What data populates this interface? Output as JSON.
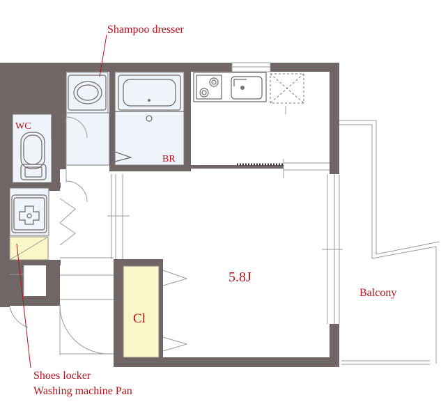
{
  "labels": {
    "shampoo_dresser": "Shampoo dresser",
    "wc": "WC",
    "br": "BR",
    "room": "5.8J",
    "balcony": "Balcony",
    "closet": "Cl",
    "shoes_locker": "Shoes locker",
    "washing_machine_pan": "Washing machine Pan"
  },
  "colors": {
    "wall": "#6f6665",
    "label": "#b5131a",
    "closet_fill": "#fbf6c8",
    "shoes_fill": "#fbf6c8",
    "wet_area_fill": "#eef4fa"
  }
}
